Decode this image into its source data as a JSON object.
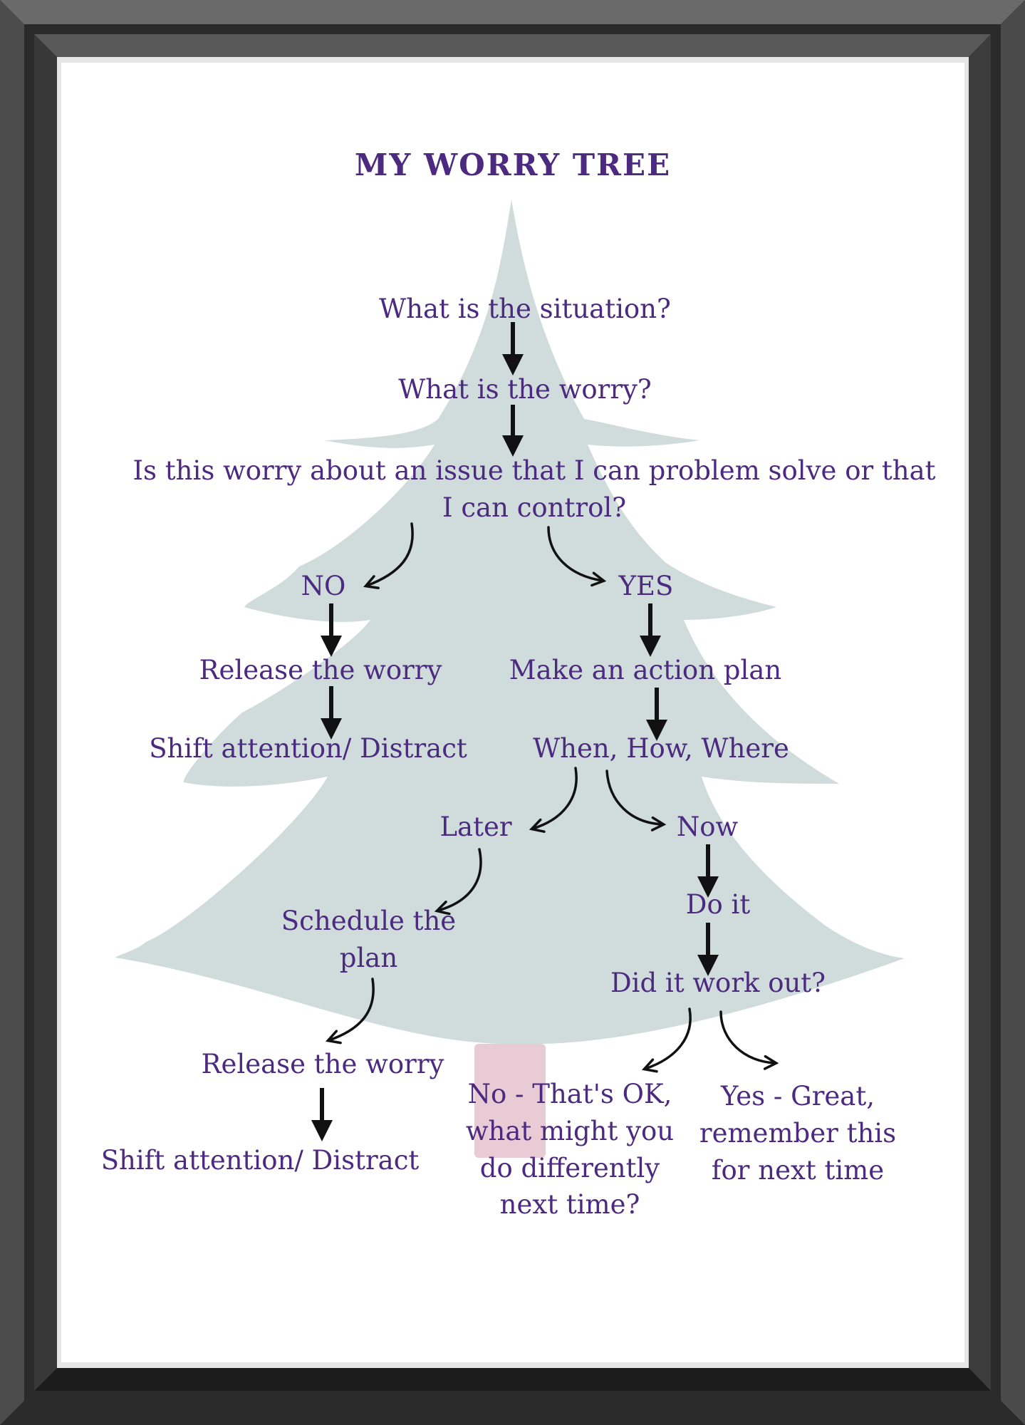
{
  "title": "MY WORRY TREE",
  "nodes": {
    "situation": "What is the situation?",
    "worry": "What is the worry?",
    "question": "Is this worry about an issue that I can problem solve or that I can control?",
    "no": "NO",
    "yes": "YES",
    "release_1": "Release the worry",
    "shift_1": "Shift attention/ Distract",
    "action_plan": "Make an action plan",
    "when_how_where": "When, How, Where",
    "later": "Later",
    "now": "Now",
    "schedule": "Schedule the plan",
    "do_it": "Do it",
    "did_it_work": "Did it work out?",
    "release_2": "Release the worry",
    "shift_2": "Shift attention/ Distract",
    "no_result": "No - That's OK, what might you do differently next time?",
    "yes_result": "Yes - Great, remember this for next time"
  },
  "colors": {
    "text": "#4b2a7f",
    "tree": "#cfdcdb",
    "trunk": "#e8cbd4",
    "arrow": "#111111",
    "frame": "#2b2b2b",
    "paper": "#ffffff"
  }
}
